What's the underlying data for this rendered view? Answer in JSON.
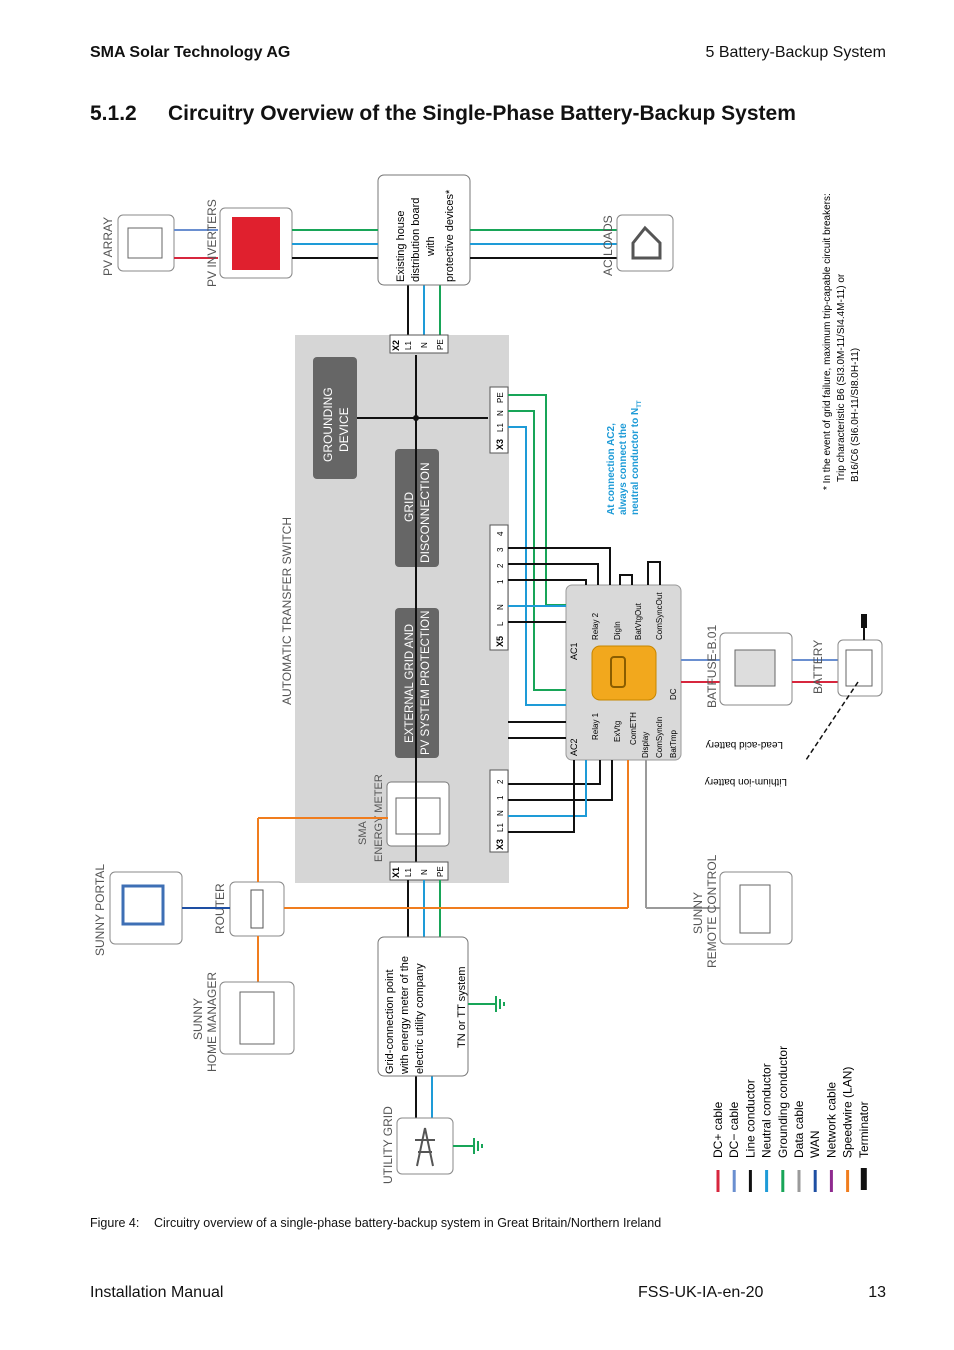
{
  "header": {
    "company": "SMA Solar Technology AG",
    "chapter": "5  Battery-Backup System"
  },
  "section": {
    "number": "5.1.2",
    "title": "Circuitry Overview of the Single-Phase Battery-Backup System"
  },
  "figure": {
    "label": "Figure 4:",
    "caption": "Circuitry overview of a single-phase battery-backup system in Great Britain/Northern Ireland"
  },
  "footer": {
    "manual": "Installation Manual",
    "doc_id": "FSS-UK-IA-en-20",
    "page": "13"
  },
  "diagram": {
    "labels": {
      "pv_array": "PV ARRAY",
      "pv_inverters": "PV INVERTERS",
      "ac_loads": "AC LOADS",
      "ats": "AUTOMATIC TRANSFER SWITCH",
      "grounding_1": "GROUNDING",
      "grounding_2": "DEVICE",
      "grid_disc_1": "GRID",
      "grid_disc_2": "DISCONNECTION",
      "ext_prot_1": "EXTERNAL GRID AND",
      "ext_prot_2": "PV SYSTEM PROTECTION",
      "energy_meter_1": "SMA",
      "energy_meter_2": "ENERGY METER",
      "sunny_portal": "SUNNY PORTAL",
      "router": "ROUTER",
      "home_manager_1": "SUNNY",
      "home_manager_2": "HOME MANAGER",
      "utility_grid": "UTILITY GRID",
      "remote_control_1": "SUNNY",
      "remote_control_2": "REMOTE CONTROL",
      "batfuse": "BATFUSE-B.01",
      "battery": "BATTERY",
      "lead_acid": "Lead-acid battery",
      "lithium_ion": "Lithium-ion battery"
    },
    "distribution_board": [
      "Existing house",
      "distribution board",
      "with",
      "protective devices*"
    ],
    "grid_connection": [
      "Grid-connection point",
      "with energy meter of the",
      "electric utility company"
    ],
    "tn_tt": "TN or TT system",
    "ac2_note": [
      "At connection AC2,",
      "always connect the",
      "neutral conductor to N"
    ],
    "ac2_note_sub": "TT",
    "footnote": [
      "* In the event of grid failure, maximum trip-capable circuit breakers:",
      "Trip characteristic B6 (SI3.0M-11/SI4.4M-11) or",
      "B16/C6 (SI6.0H-11/SI8.0H-11)"
    ],
    "terminals": {
      "x2": [
        "X2",
        "L1",
        "N",
        "PE"
      ],
      "x3_top": [
        "X3",
        "L1",
        "N",
        "PE"
      ],
      "x3_bottom": [
        "X3",
        "L1",
        "N",
        "1",
        "2"
      ],
      "x5": [
        "X5",
        "L",
        "N",
        "1",
        "2",
        "3",
        "4"
      ],
      "x1": [
        "X1",
        "L1",
        "N",
        "PE"
      ]
    },
    "inverter_ports": {
      "ac1": "AC1",
      "ac2": "AC2",
      "relay2": "Relay 2",
      "relay1": "Relay 1",
      "digin": "DigIn",
      "batvtgout": "BatVtgOut",
      "comsyncout": "ComSyncOut",
      "exvtg": "ExVtg",
      "cometh": "ComETH",
      "display": "Display",
      "comsyncin": "ComSyncIn",
      "battmp": "BatTmp",
      "dc": "DC"
    },
    "legend": [
      {
        "label": "DC+ cable",
        "color": "#d7263d"
      },
      {
        "label": "DC− cable",
        "color": "#6a8fd0"
      },
      {
        "label": "Line conductor",
        "color": "#111111"
      },
      {
        "label": "Neutral conductor",
        "color": "#1e9bd7"
      },
      {
        "label": "Grounding conductor",
        "color": "#18a558"
      },
      {
        "label": "Data cable",
        "color": "#9a9a9a"
      },
      {
        "label": "WAN",
        "color": "#1e4fa3"
      },
      {
        "label": "Network cable",
        "color": "#8e2a8e"
      },
      {
        "label": "Speedwire (LAN)",
        "color": "#f07d1e"
      },
      {
        "label": "Terminator",
        "color": "#111111"
      }
    ]
  }
}
